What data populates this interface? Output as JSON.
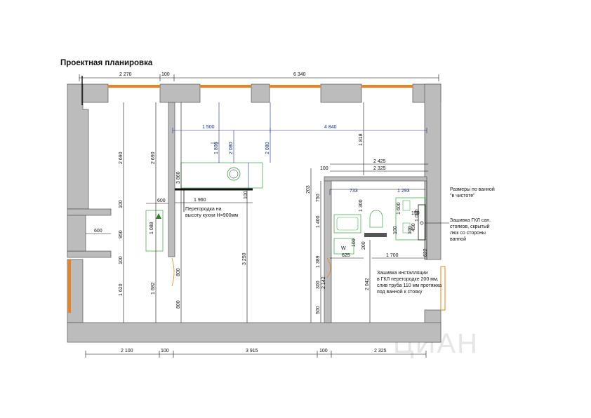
{
  "title": "Проектная планировка",
  "watermark": "ЦИАН",
  "colors": {
    "wall": "#bcbcbc",
    "wall_edge": "#555555",
    "window": "#e8831e",
    "green": "#4caf50",
    "blue_dim": "#1a2a8a"
  },
  "top_dims": [
    "2 270",
    "100",
    "6 340"
  ],
  "bottom_dims": [
    "2 100",
    "100",
    "3 915",
    "100",
    "2 325"
  ],
  "left_room": {
    "heights": [
      "2 690",
      "100",
      "950",
      "100",
      "1 620"
    ],
    "niche": "600"
  },
  "corridor": {
    "heights": [
      "2 690",
      "1 682"
    ],
    "width": "600",
    "door": "1 088"
  },
  "kitchen": {
    "dims": [
      "3 860",
      "1 960",
      "3 250",
      "800",
      "800"
    ],
    "partition_note": [
      "Перегородка на",
      "высоту кухни H=900мм"
    ],
    "blue_dims": [
      "1 500",
      "4 840",
      "1 806",
      "2 080",
      "2 080",
      "100"
    ]
  },
  "main": {
    "dims": [
      "1 818",
      "2 425",
      "2 325",
      "100"
    ]
  },
  "bath": {
    "dims": [
      "203",
      "750",
      "1 400",
      "1 389",
      "300",
      "500",
      "2 142",
      "2 042",
      "1 300",
      "1 600",
      "1 000",
      "622",
      "1 700",
      "625",
      "200",
      "100",
      "100",
      "100",
      "150",
      "450",
      "733",
      "1 293"
    ],
    "wc": "W",
    "notes": {
      "sizes": [
        "Размеры по ванной",
        "\"в чистоте\""
      ],
      "gkl": [
        "Зашивка ГКЛ сан.",
        "стояков, скрытый",
        "люк со стороны",
        "ванной"
      ],
      "install": [
        "Зашивка инсталляции",
        "в ГКЛ перегородке 200 мм,",
        "слив труба 110 мм протяжка",
        "под ванной к стояку"
      ]
    }
  }
}
